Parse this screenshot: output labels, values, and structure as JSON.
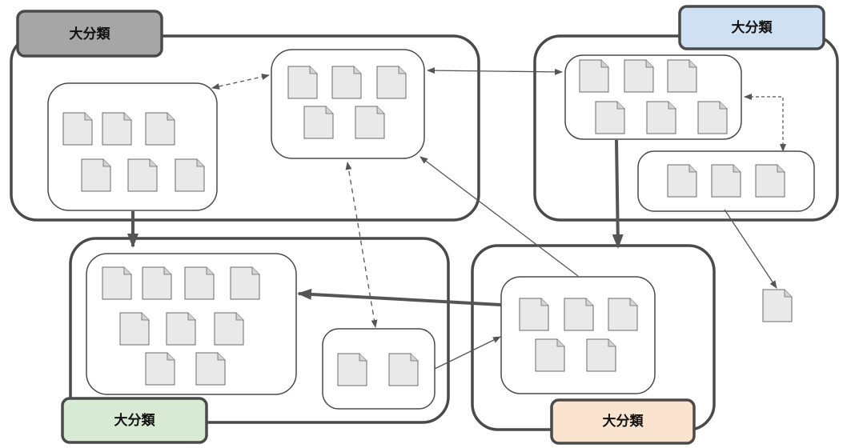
{
  "categories": [
    {
      "id": "cat-top-left",
      "label": "大分類",
      "tag_color": "#a6a6a6"
    },
    {
      "id": "cat-top-right",
      "label": "大分類",
      "tag_color": "#cfe0f3"
    },
    {
      "id": "cat-bottom-left",
      "label": "大分類",
      "tag_color": "#d8ead3"
    },
    {
      "id": "cat-bottom-right",
      "label": "大分類",
      "tag_color": "#fbe4cf"
    }
  ],
  "colors": {
    "frame_stroke": "#4a4a4a",
    "doc_fill": "#e9e9e9",
    "doc_stroke": "#6a6a6a",
    "arrow": "#555555"
  }
}
